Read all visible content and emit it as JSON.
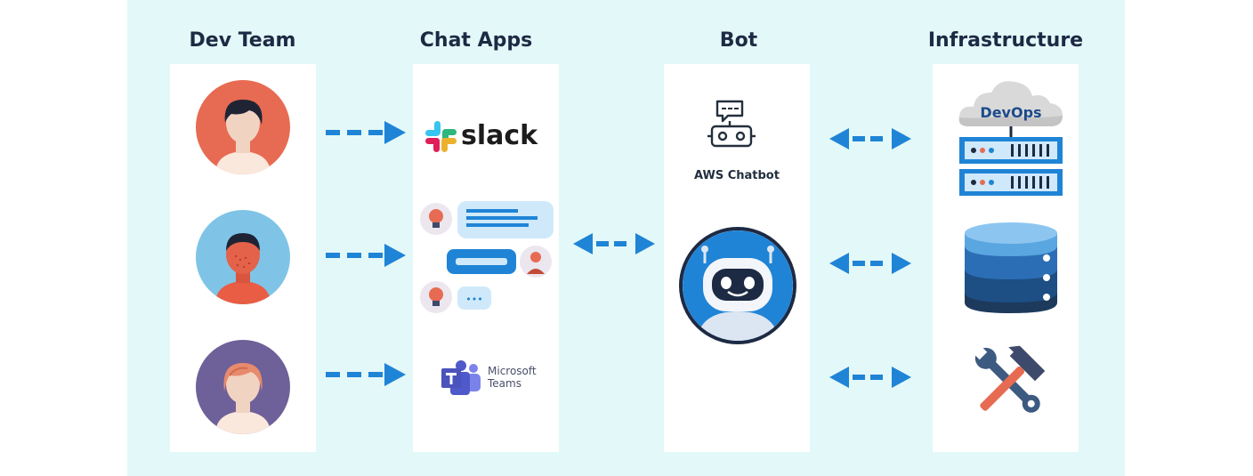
{
  "columns": {
    "dev_team": "Dev Team",
    "chat_apps": "Chat Apps",
    "bot": "Bot",
    "infrastructure": "Infrastructure"
  },
  "chat_apps": {
    "slack": "slack",
    "teams_line1": "Microsoft",
    "teams_line2": "Teams",
    "typing_dots": "•••"
  },
  "bot": {
    "aws_chatbot": "AWS Chatbot"
  },
  "infrastructure": {
    "devops": "DevOps"
  },
  "colors": {
    "background": "#e3f8f8",
    "arrow": "#1f84d6",
    "title": "#1d2a44",
    "avatar_1": "#e76b52",
    "avatar_2": "#7fc4e6",
    "avatar_3": "#6e6199"
  },
  "icons": [
    "person-icon",
    "slack-logo-icon",
    "chat-conversation-icon",
    "teams-logo-icon",
    "aws-chatbot-icon",
    "robot-icon",
    "devops-cloud-icon",
    "server-rack-icon",
    "database-icon",
    "tools-icon"
  ]
}
